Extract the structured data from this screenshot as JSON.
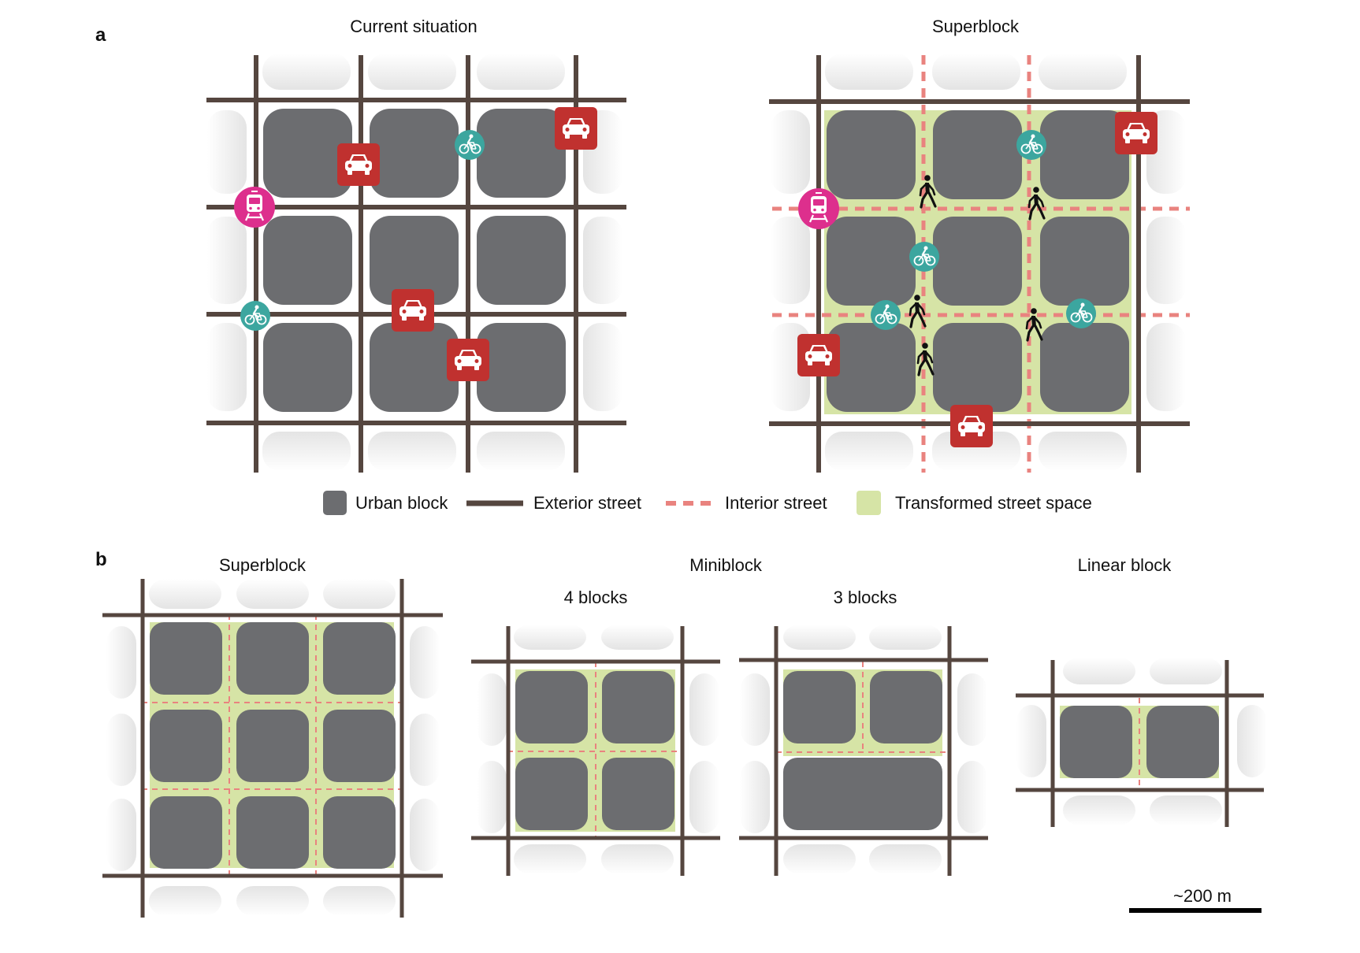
{
  "panels": {
    "a": {
      "label": "a",
      "left_title": "Current situation",
      "right_title": "Superblock"
    },
    "b": {
      "label": "b",
      "superblock_title": "Superblock",
      "miniblock_title": "Miniblock",
      "four_blocks_title": "4 blocks",
      "three_blocks_title": "3 blocks",
      "linear_title": "Linear block"
    }
  },
  "legend": {
    "urban_block": "Urban block",
    "exterior_street": "Exterior street",
    "interior_street": "Interior street",
    "transformed": "Transformed street space"
  },
  "scale_bar": {
    "label": "~200 m"
  },
  "colors": {
    "block": "#6c6d70",
    "street": "#55463f",
    "interior": "#e9837f",
    "green": "#d6e4a6",
    "car": "#c0312f",
    "bike": "#3ca69f",
    "tram": "#dd2f8d",
    "ghost": "#ececec"
  },
  "icons": [
    "car-icon",
    "bike-icon",
    "tram-icon",
    "pedestrian-icon"
  ]
}
